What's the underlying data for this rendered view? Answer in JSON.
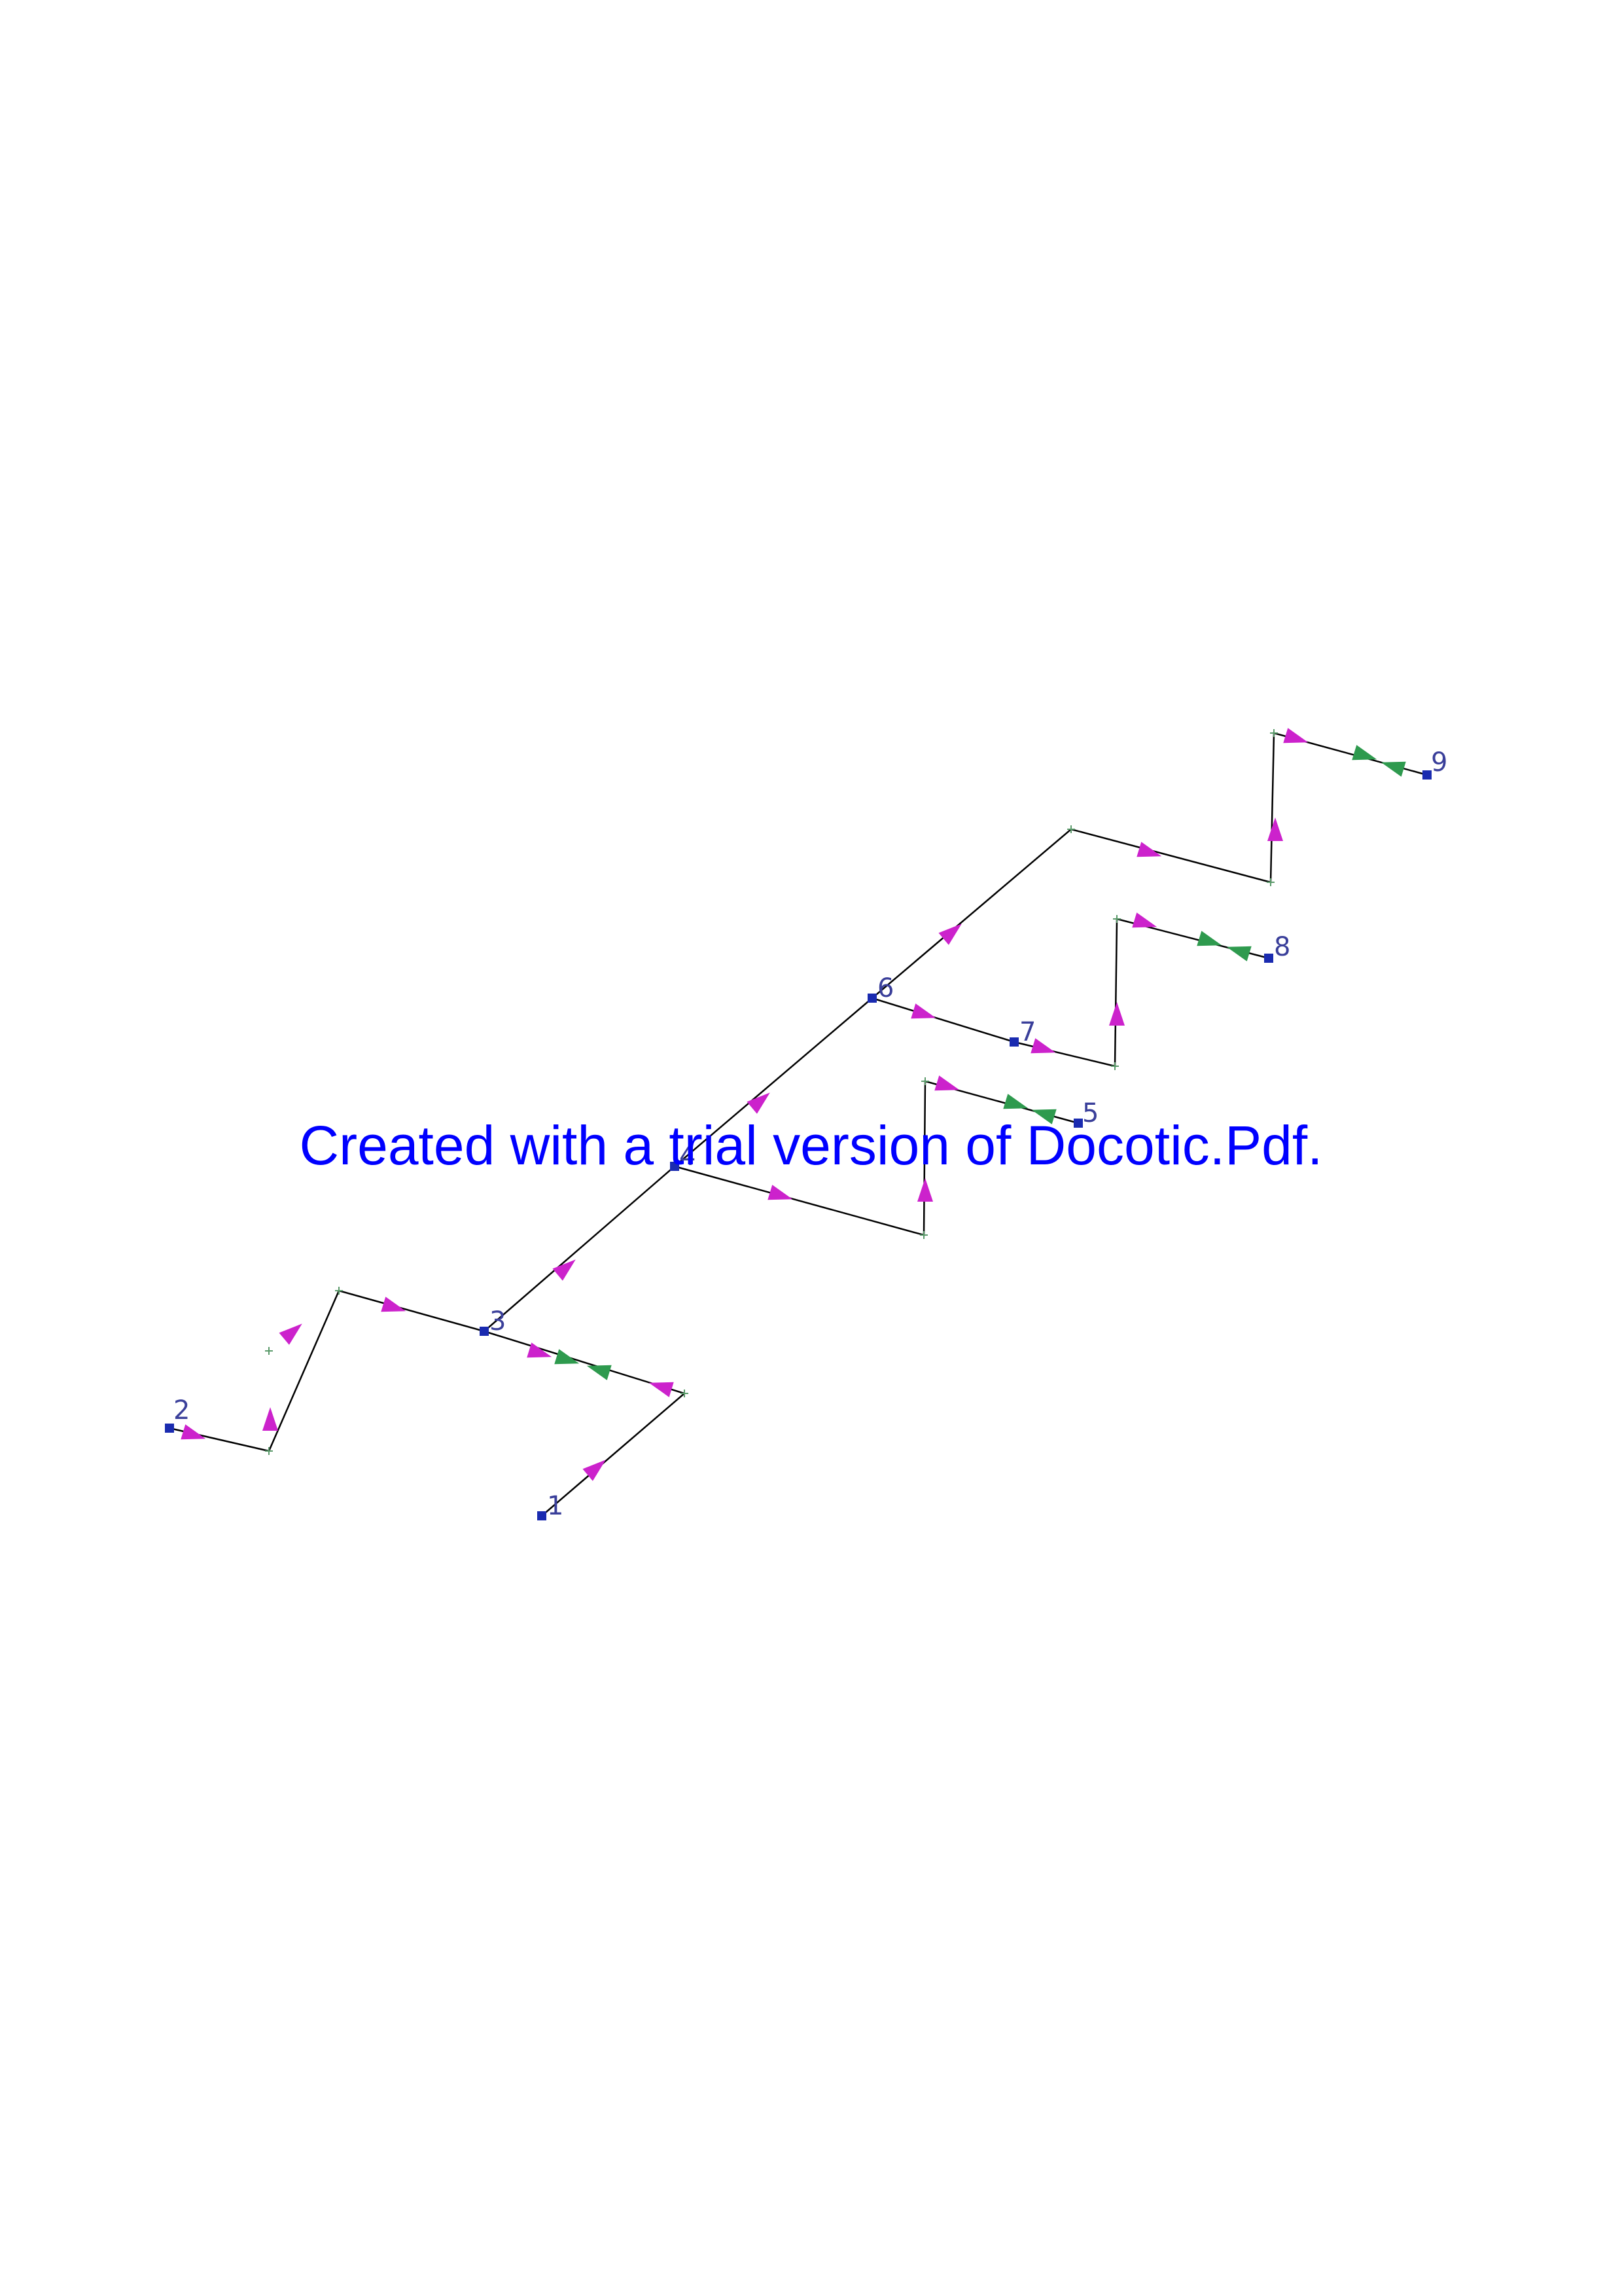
{
  "diagram": {
    "nodes": [
      {
        "id": "1",
        "label": "1"
      },
      {
        "id": "2",
        "label": "2"
      },
      {
        "id": "3",
        "label": "3"
      },
      {
        "id": "4",
        "label": "4"
      },
      {
        "id": "5",
        "label": "5"
      },
      {
        "id": "6",
        "label": "6"
      },
      {
        "id": "7",
        "label": "7"
      },
      {
        "id": "8",
        "label": "8"
      },
      {
        "id": "9",
        "label": "9"
      }
    ],
    "colors": {
      "line": "#000000",
      "node": "#1a2bb0",
      "vertex": "#5a9a6a",
      "arrow_flow": "#cc22cc",
      "arrow_opposing": "#2e9a4e"
    }
  },
  "watermark": {
    "text": "Created with a trial version of Docotic.Pdf.",
    "color": "#0000ff"
  }
}
